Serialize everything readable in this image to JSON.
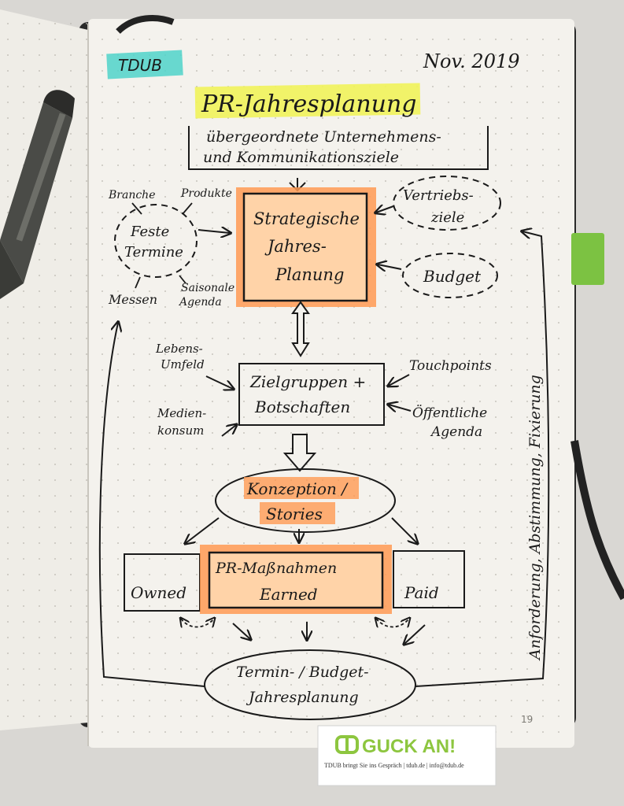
{
  "notebook": {
    "tag": "TDUB",
    "date": "Nov. 2019",
    "page_number": "19"
  },
  "page": {
    "title": "PR-Jahresplanung",
    "top_box_line1": "übergeordnete Unternehmens-",
    "top_box_line2": "und Kommunikationsziele",
    "strategy_box": [
      "Strategische",
      "Jahres-",
      "Planung"
    ],
    "feste_termine": [
      "Feste",
      "Termine"
    ],
    "branche": "Branche",
    "produkte": "Produkte",
    "messen": "Messen",
    "saisonale_agenda": [
      "Saisonale",
      "Agenda"
    ],
    "vertriebsziele": [
      "Vertriebs-",
      "ziele"
    ],
    "budget": "Budget",
    "lebensumfeld": [
      "Lebens-",
      "Umfeld"
    ],
    "medienkonsum": [
      "Medien-",
      "konsum"
    ],
    "zielgruppen": [
      "Zielgruppen +",
      "Botschaften"
    ],
    "touchpoints": "Touchpoints",
    "oeffentliche_agenda": [
      "Öffentliche",
      "Agenda"
    ],
    "konzeption": [
      "Konzeption /",
      "Stories"
    ],
    "owned": "Owned",
    "pr_massnahmen": [
      "PR-Maßnahmen",
      "Earned"
    ],
    "paid": "Paid",
    "termin_budget": [
      "Termin- / Budget-",
      "Jahresplanung"
    ],
    "side_text": "Anforderung, Abstimmung, Fixierung"
  },
  "card": {
    "brand": "GUCK AN!",
    "tagline": "TDUB bringt Sie ins Gespräch | tdub.de | info@tdub.de"
  },
  "colors": {
    "paper": "#f3f1ec",
    "ink": "#1a1a1a",
    "highlight_yellow": "#f1f35a",
    "highlight_orange": "#ff9a52",
    "highlight_teal": "#4fd3c9",
    "bookmark_green": "#7cc242",
    "brand_green": "#8dc63f",
    "pen": "#4a4b47"
  }
}
